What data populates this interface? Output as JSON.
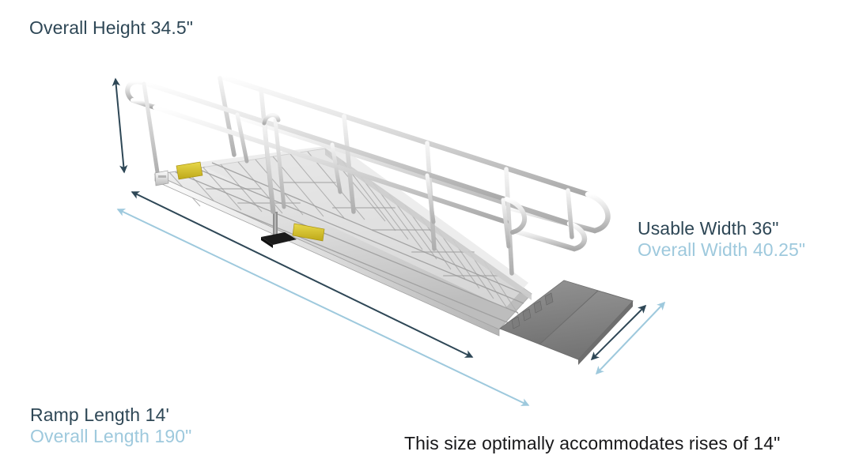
{
  "diagram": {
    "subject": "wheelchair-access-ramp",
    "title_label": "Overall Height 34.5\"",
    "labels": {
      "overall_height": "Overall Height 34.5\"",
      "usable_width": "Usable Width 36\"",
      "overall_width": "Overall Width 40.25\"",
      "ramp_length": "Ramp Length 14'",
      "overall_length": "Overall Length 190\"",
      "rise_caption": "This size optimally accommodates rises of 14\""
    },
    "measurements": [
      {
        "name": "overall-height",
        "value": "34.5",
        "unit": "in",
        "text": "Overall Height 34.5\"",
        "style": "primary"
      },
      {
        "name": "usable-width",
        "value": "36",
        "unit": "in",
        "text": "Usable Width 36\"",
        "style": "primary"
      },
      {
        "name": "overall-width",
        "value": "40.25",
        "unit": "in",
        "text": "Overall Width 40.25\"",
        "style": "secondary"
      },
      {
        "name": "ramp-length",
        "value": "14",
        "unit": "ft",
        "text": "Ramp Length 14'",
        "style": "primary"
      },
      {
        "name": "overall-length",
        "value": "190",
        "unit": "in",
        "text": "Overall Length 190\"",
        "style": "secondary"
      },
      {
        "name": "recommended-rise",
        "value": "14",
        "unit": "in",
        "text": "This size optimally accommodates rises of 14\"",
        "style": "caption"
      }
    ],
    "colors": {
      "primary_text": "#2e4756",
      "secondary_text": "#9ec9dd",
      "caption_text": "#18181a",
      "arrow_primary": "#2e4756",
      "arrow_secondary": "#9ec9dd",
      "background": "#ffffff",
      "ramp_aluminum_light": "#efefef",
      "ramp_aluminum_mid": "#cfcfcf",
      "ramp_aluminum_dark": "#a8a8a8",
      "transition_plate": "#8a8a8a",
      "safety_strip_yellow": "#d6c22a",
      "support_foot": "#1b1b1b"
    },
    "arrows": [
      {
        "name": "height-arrow",
        "style": "primary",
        "heads": "double",
        "orientation": "vertical"
      },
      {
        "name": "ramp-length-arrow",
        "style": "primary",
        "heads": "double",
        "orientation": "diagonal"
      },
      {
        "name": "overall-length-arrow",
        "style": "secondary",
        "heads": "double",
        "orientation": "diagonal"
      },
      {
        "name": "usable-width-arrow",
        "style": "primary",
        "heads": "double",
        "orientation": "diagonal"
      },
      {
        "name": "overall-width-arrow",
        "style": "secondary",
        "heads": "double",
        "orientation": "diagonal"
      }
    ]
  }
}
